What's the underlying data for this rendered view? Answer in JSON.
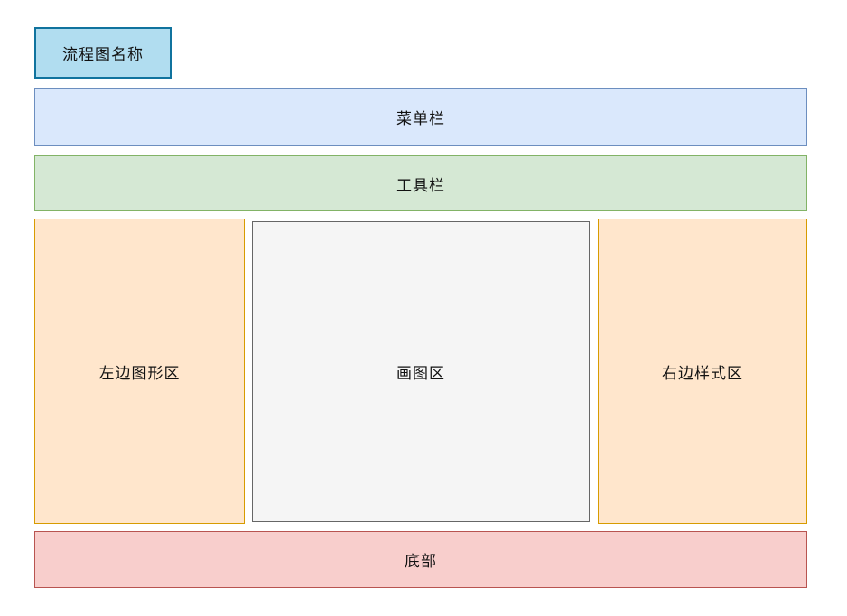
{
  "diagram": {
    "title_box": {
      "label": "流程图名称"
    },
    "menu_bar": {
      "label": "菜单栏"
    },
    "tool_bar": {
      "label": "工具栏"
    },
    "left_panel": {
      "label": "左边图形区"
    },
    "canvas": {
      "label": "画图区"
    },
    "right_panel": {
      "label": "右边样式区"
    },
    "bottom_bar": {
      "label": "底部"
    },
    "colors": {
      "title_fill": "#b1ddf0",
      "title_stroke": "#10739e",
      "menu_fill": "#dae8fc",
      "menu_stroke": "#6c8ebf",
      "toolbar_fill": "#d5e8d4",
      "toolbar_stroke": "#82b366",
      "panel_fill": "#ffe6cc",
      "panel_stroke": "#d79b00",
      "canvas_fill": "#f5f5f5",
      "canvas_stroke": "#666666",
      "bottom_fill": "#f8cecc",
      "bottom_stroke": "#b85450",
      "background": "#ffffff",
      "text": "#111111"
    }
  }
}
